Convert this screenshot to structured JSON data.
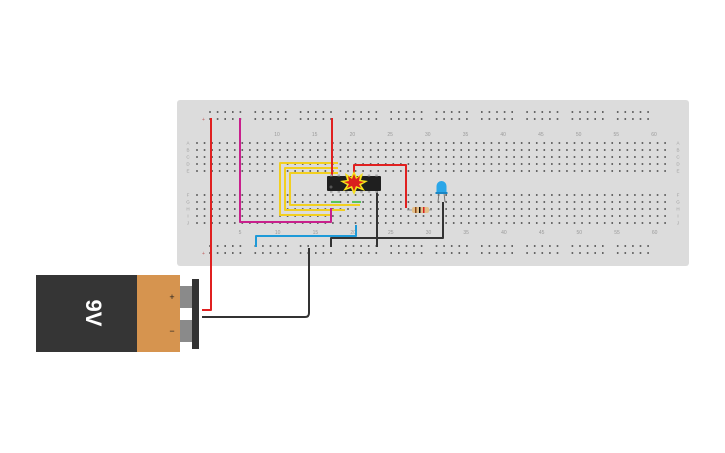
{
  "breadboard": {
    "column_numbers": [
      "10",
      "15",
      "20",
      "25",
      "30",
      "35",
      "40",
      "45",
      "50",
      "55",
      "60"
    ],
    "bottom_column_numbers": [
      "5",
      "10",
      "15",
      "20",
      "25",
      "30",
      "35",
      "40",
      "45",
      "50",
      "55",
      "60"
    ],
    "row_letters_top": [
      "A",
      "B",
      "C",
      "D",
      "E"
    ],
    "row_letters_bottom": [
      "F",
      "G",
      "H",
      "I",
      "J"
    ]
  },
  "battery": {
    "label": "9V",
    "plus_symbol": "+",
    "minus_symbol": "−",
    "colors": {
      "body": "#353535",
      "cap": "#d6944f",
      "clip": "#333333"
    }
  },
  "wire_colors": {
    "power": "#e02020",
    "ground": "#333333",
    "magenta": "#c8208c",
    "yellow": "#f2cf1f",
    "blue": "#1e9ad8",
    "green": "#59c45a"
  },
  "components": {
    "chip": "ic-chip",
    "burst": "explosion-icon",
    "led": "blue-led",
    "resistor": "resistor"
  }
}
